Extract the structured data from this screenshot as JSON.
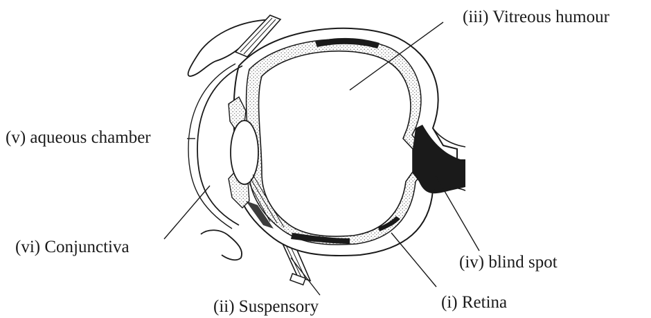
{
  "labels": {
    "vitreous_humour": "(iii) Vitreous humour",
    "aqueous_chamber": "(v) aqueous chamber",
    "conjunctiva": "(vi) Conjunctiva",
    "blind_spot": "(iv) blind spot",
    "retina": "(i) Retina",
    "suspensory": "(ii) Suspensory"
  }
}
